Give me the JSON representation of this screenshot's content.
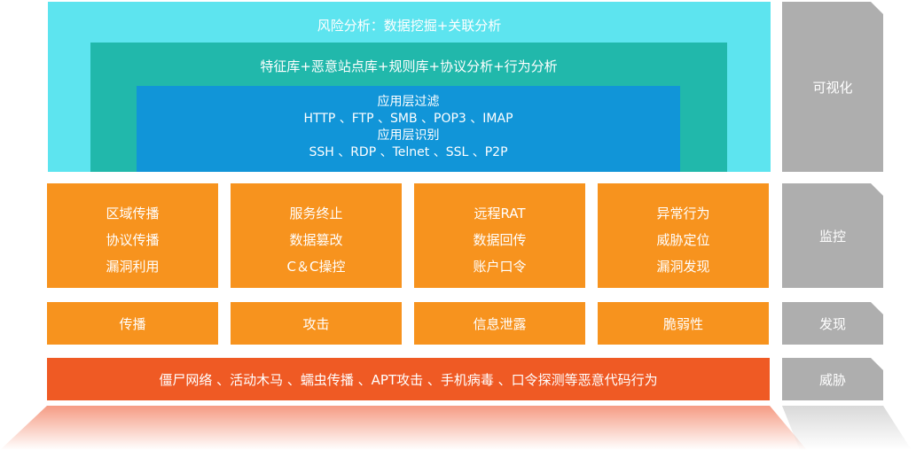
{
  "risk_analysis": {
    "title": "风险分析：数据挖掘+关联分析",
    "feature_title": "特征库+恶意站点库+规则库+协议分析+行为分析",
    "filter_lines": [
      "应用层过滤",
      "HTTP 、FTP 、SMB 、POP3 、IMAP",
      "应用层识别",
      "SSH 、RDP 、Telnet 、SSL 、P2P"
    ]
  },
  "monitor_cards": [
    {
      "lines": [
        "区域传播",
        "协议传播",
        "漏洞利用"
      ]
    },
    {
      "lines": [
        "服务终止",
        "数据篡改",
        "C＆C操控"
      ]
    },
    {
      "lines": [
        "远程RAT",
        "数据回传",
        "账户口令"
      ]
    },
    {
      "lines": [
        "异常行为",
        "威胁定位",
        "漏洞发现"
      ]
    }
  ],
  "discover_cards": [
    "传播",
    "攻击",
    "信息泄露",
    "脆弱性"
  ],
  "threat_bar": "僵尸网络 、活动木马 、蠕虫传播 、APT攻击 、手机病毒 、口令探测等恶意代码行为",
  "side_labels": {
    "visual": "可视化",
    "monitor": "监控",
    "discover": "发现",
    "threat": "威胁"
  },
  "colors": {
    "risk_outer": "#5de4ef",
    "feature": "#21b8ab",
    "filter": "#1195d8",
    "card_orange": "#f7931e",
    "threat_red": "#ef5a24",
    "side_gray": "#aeaeae"
  }
}
